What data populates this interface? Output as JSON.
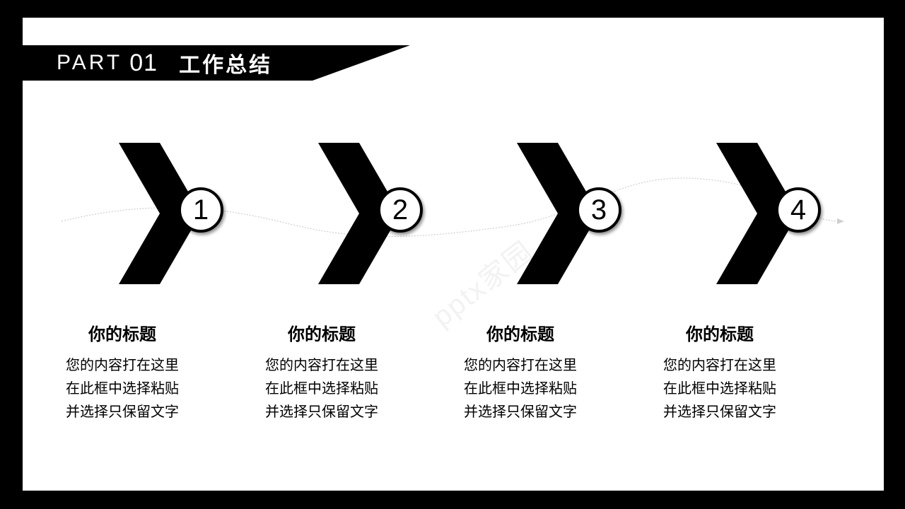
{
  "header": {
    "part_label": "PART",
    "part_number": "01",
    "title": "工作总结"
  },
  "steps": [
    {
      "number": "1",
      "title": "你的标题",
      "lines": [
        "您的内容打在这里",
        "在此框中选择粘贴",
        "并选择只保留文字"
      ]
    },
    {
      "number": "2",
      "title": "你的标题",
      "lines": [
        "您的内容打在这里",
        "在此框中选择粘贴",
        "并选择只保留文字"
      ]
    },
    {
      "number": "3",
      "title": "你的标题",
      "lines": [
        "您的内容打在这里",
        "在此框中选择粘贴",
        "并选择只保留文字"
      ]
    },
    {
      "number": "4",
      "title": "你的标题",
      "lines": [
        "您的内容打在这里",
        "在此框中选择粘贴",
        "并选择只保留文字"
      ]
    }
  ],
  "watermark": "pptx家园",
  "colors": {
    "frame": "#000000",
    "background": "#ffffff",
    "accent": "#000000"
  }
}
